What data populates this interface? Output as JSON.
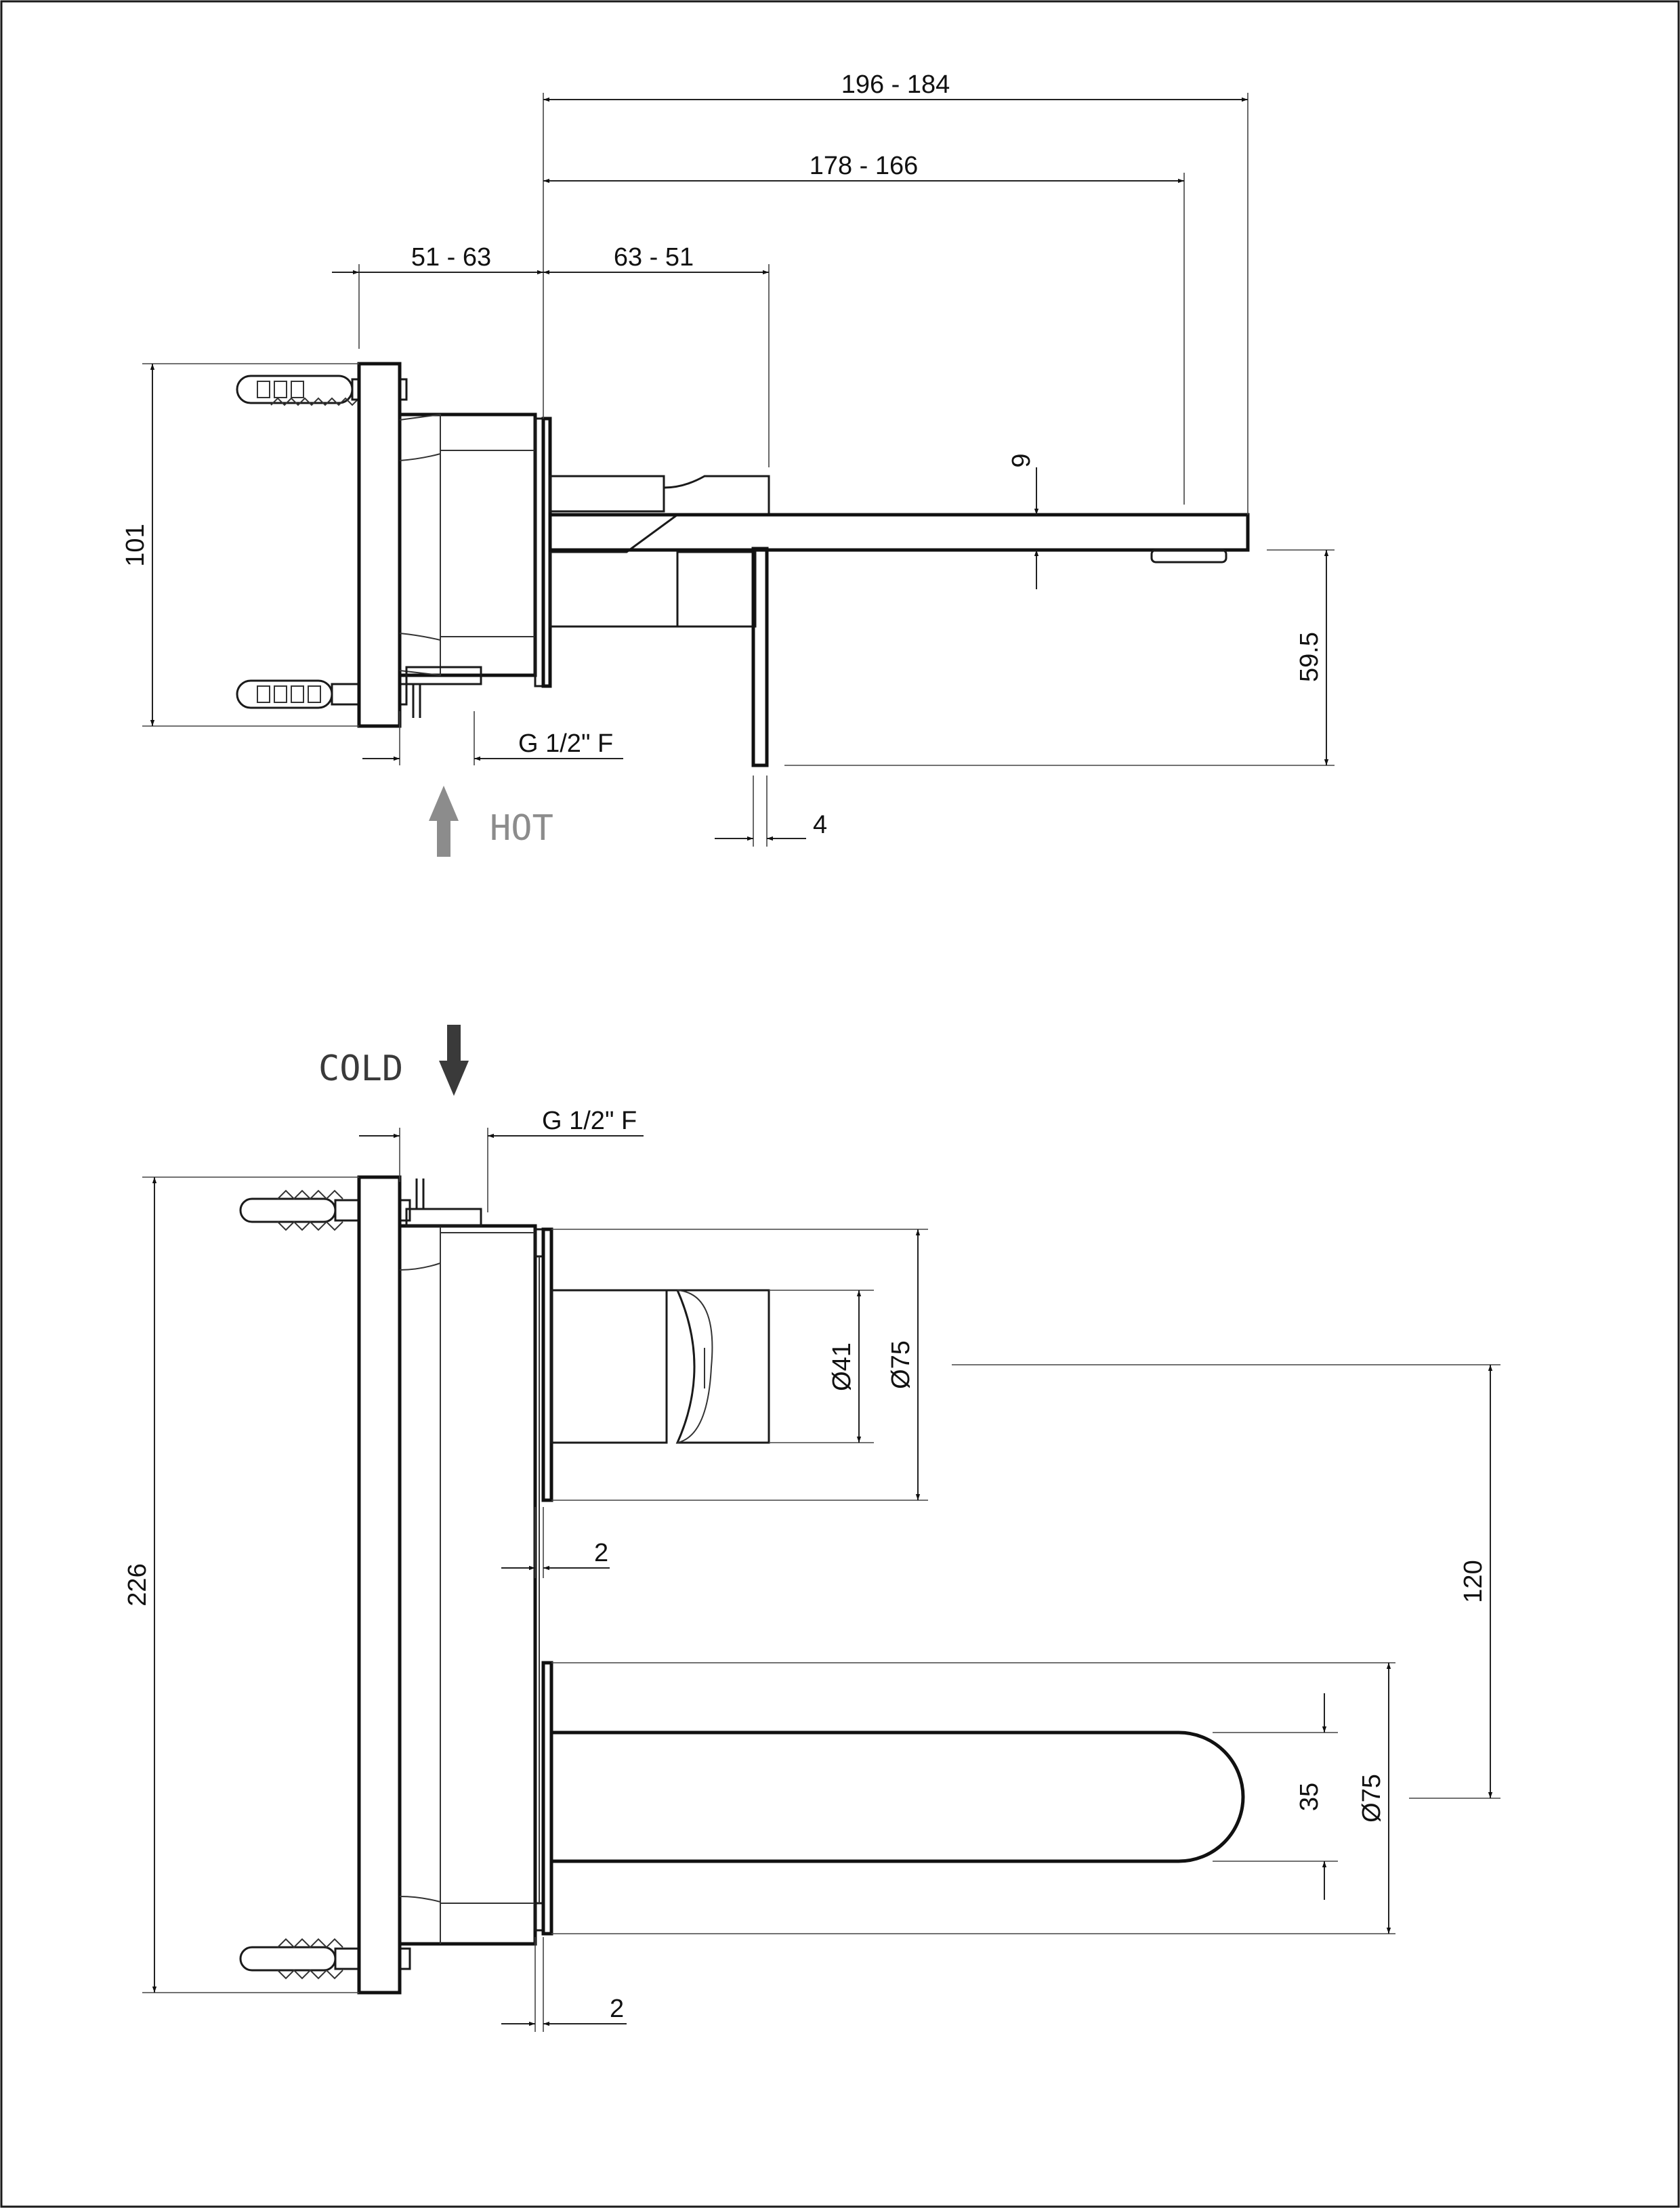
{
  "colors": {
    "hot": "#8c8c8c",
    "cold": "#3a3a3a",
    "line": "#111111"
  },
  "side_view": {
    "dims": {
      "overall_length": "196 - 184",
      "spout_reach": "178 - 166",
      "wall_depth": "51 - 63",
      "body_to_plate": "63 - 51",
      "spout_thickness": "9",
      "height": "101",
      "outlet_height": "59.5",
      "plate_thickness": "4",
      "connection": "G 1/2\" F"
    },
    "inlet_label": "HOT"
  },
  "top_view": {
    "dims": {
      "connection": "G 1/2\" F",
      "height": "226",
      "handle_diameter": "Ø41",
      "rosette_diameter": "Ø75",
      "axis_distance": "120",
      "gap_upper": "2",
      "gap_lower": "2",
      "spout_width": "35",
      "spout_rosette_diameter": "Ø75"
    },
    "inlet_label": "COLD"
  }
}
